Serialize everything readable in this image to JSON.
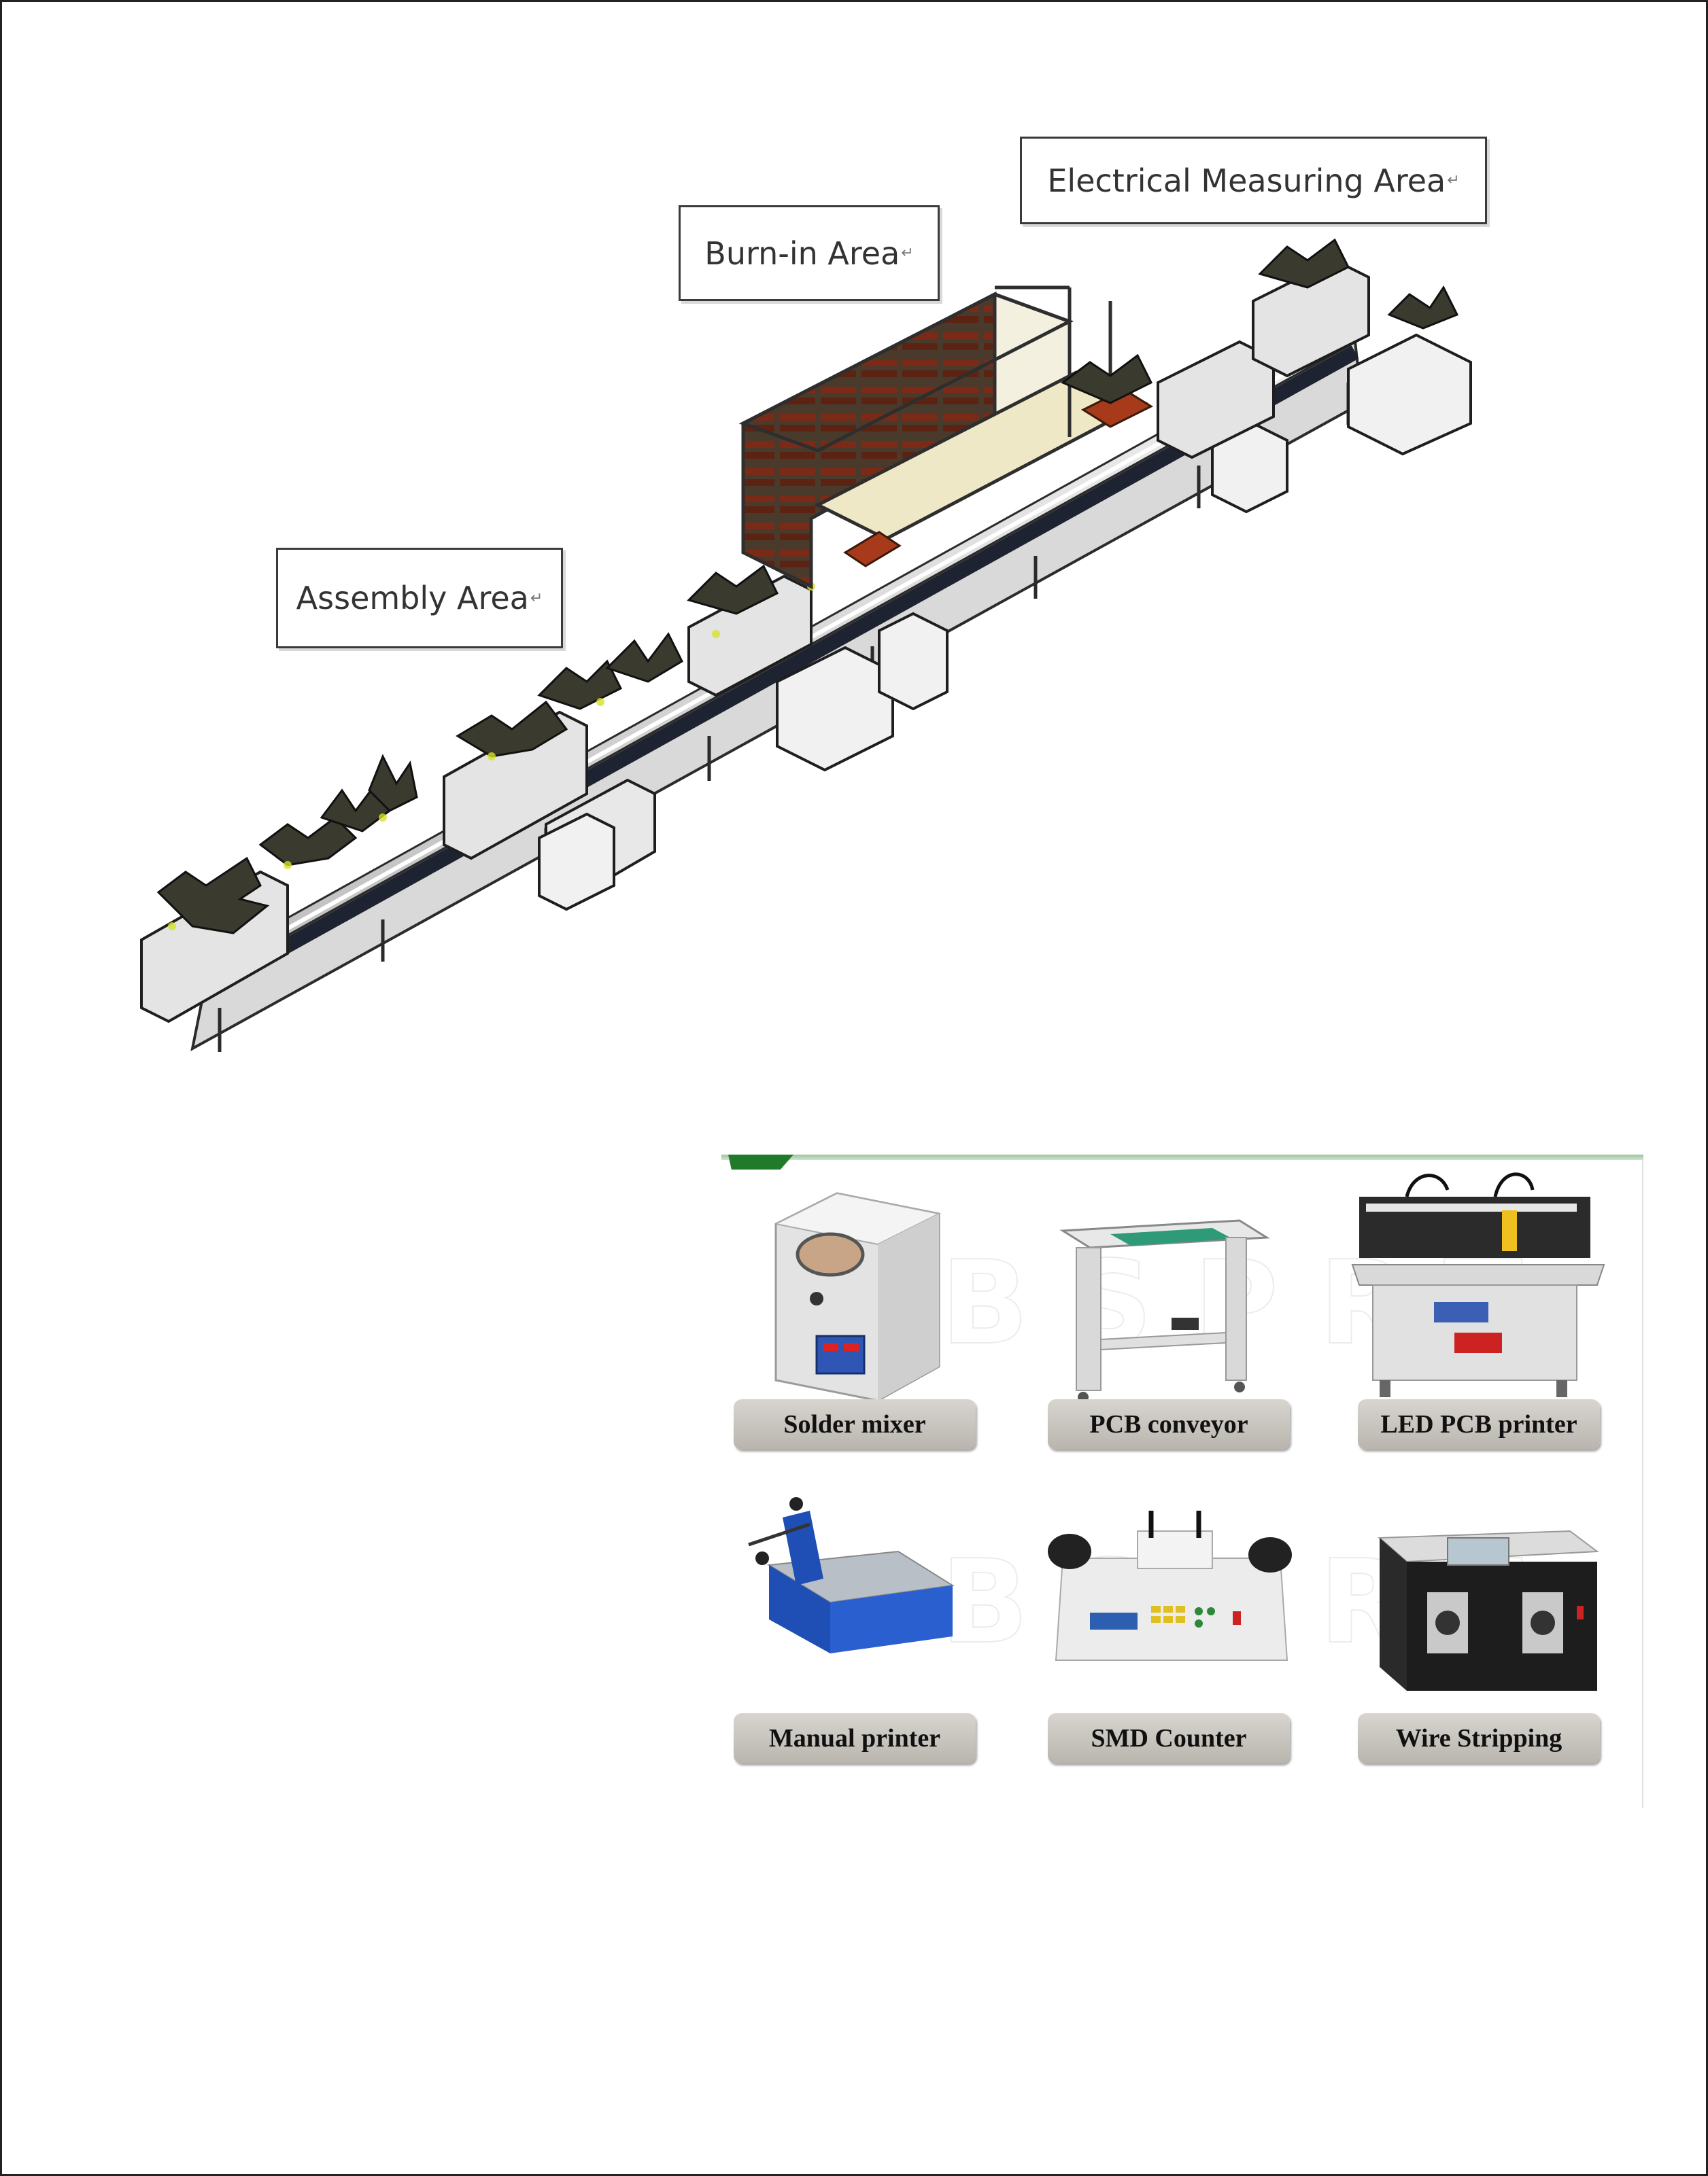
{
  "production_line": {
    "areas": [
      {
        "label": "Assembly Area"
      },
      {
        "label": "Burn-in Area"
      },
      {
        "label": "Electrical Measuring Area"
      }
    ]
  },
  "equipment": {
    "items": [
      {
        "label": "Solder mixer",
        "icon": "solder-mixer-image"
      },
      {
        "label": "PCB conveyor",
        "icon": "pcb-conveyor-image"
      },
      {
        "label": "LED PCB printer",
        "icon": "led-pcb-printer-image"
      },
      {
        "label": "Manual  printer",
        "icon": "manual-printer-image"
      },
      {
        "label": "SMD Counter",
        "icon": "smd-counter-image"
      },
      {
        "label": "Wire Stripping",
        "icon": "wire-stripping-image"
      }
    ]
  }
}
